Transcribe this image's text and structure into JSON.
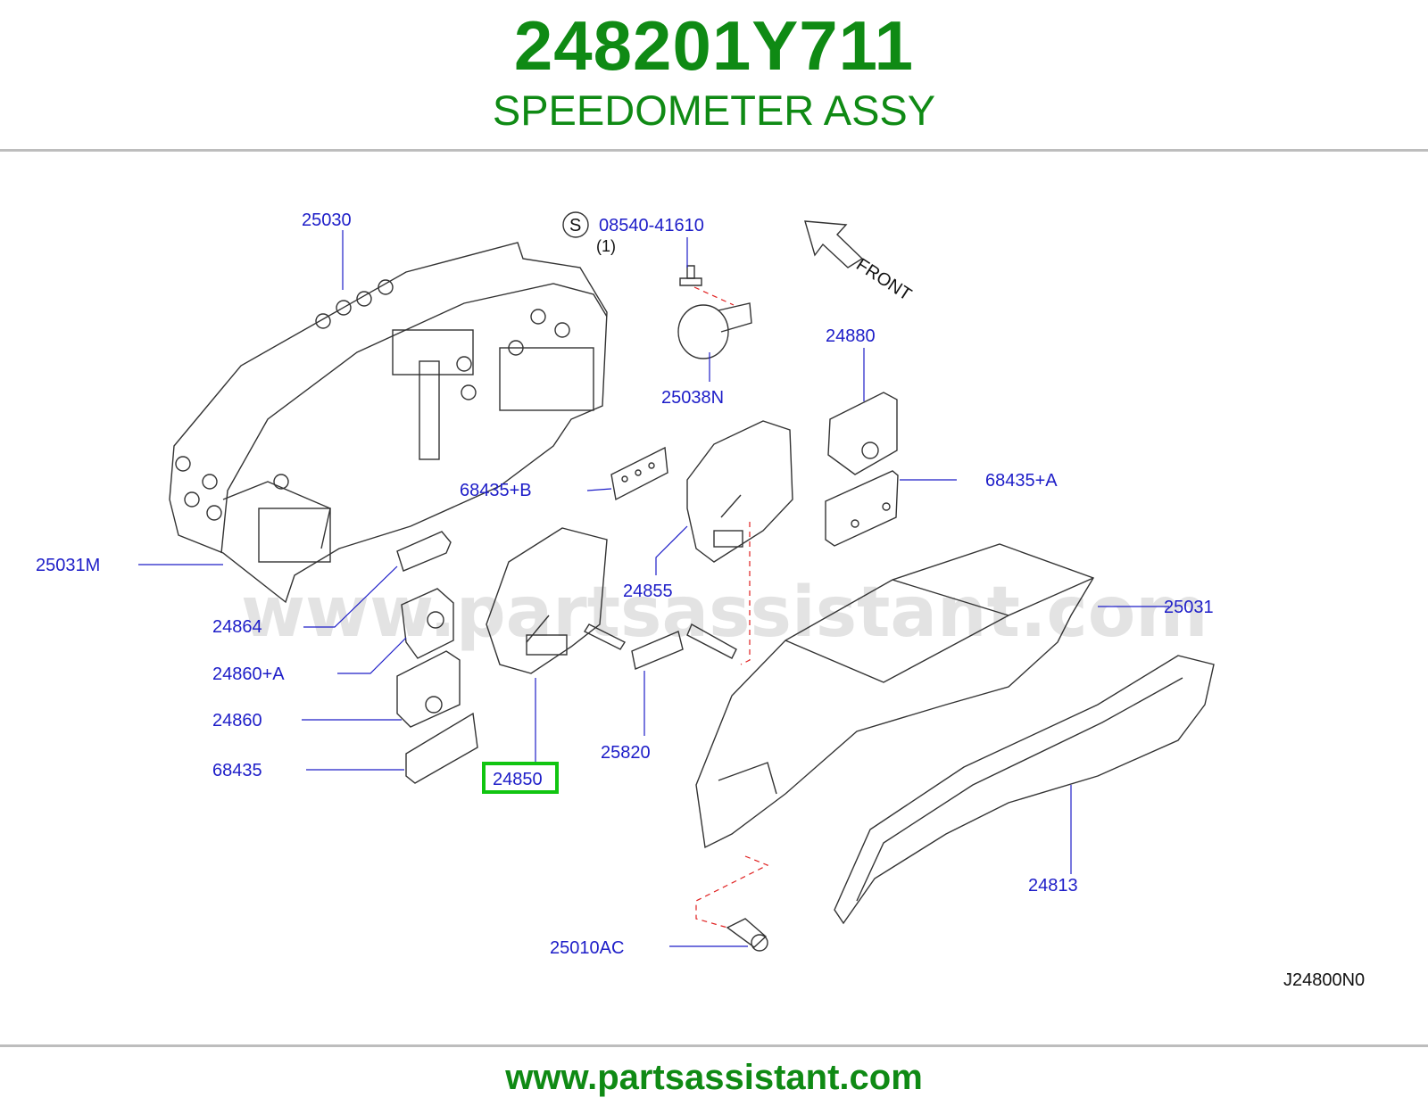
{
  "header": {
    "part_number": "248201Y711",
    "part_name": "SPEEDOMETER ASSY"
  },
  "diagram": {
    "front_label": "FRONT",
    "s_marker": "S",
    "quantity_note": "(1)",
    "reference_code": "J24800N0",
    "watermark": "www.partsassistant.com",
    "highlight_color": "#11c511",
    "callouts": {
      "c25030": "25030",
      "c08540": "08540-41610",
      "c25038n": "25038N",
      "c24880": "24880",
      "c68435a": "68435+A",
      "c68435b": "68435+B",
      "c25031m": "25031M",
      "c24855": "24855",
      "c25031": "25031",
      "c24864": "24864",
      "c24860a": "24860+A",
      "c24860": "24860",
      "c68435": "68435",
      "c24850": "24850",
      "c25820": "25820",
      "c24813": "24813",
      "c25010ac": "25010AC"
    }
  },
  "footer": {
    "url": "www.partsassistant.com"
  }
}
